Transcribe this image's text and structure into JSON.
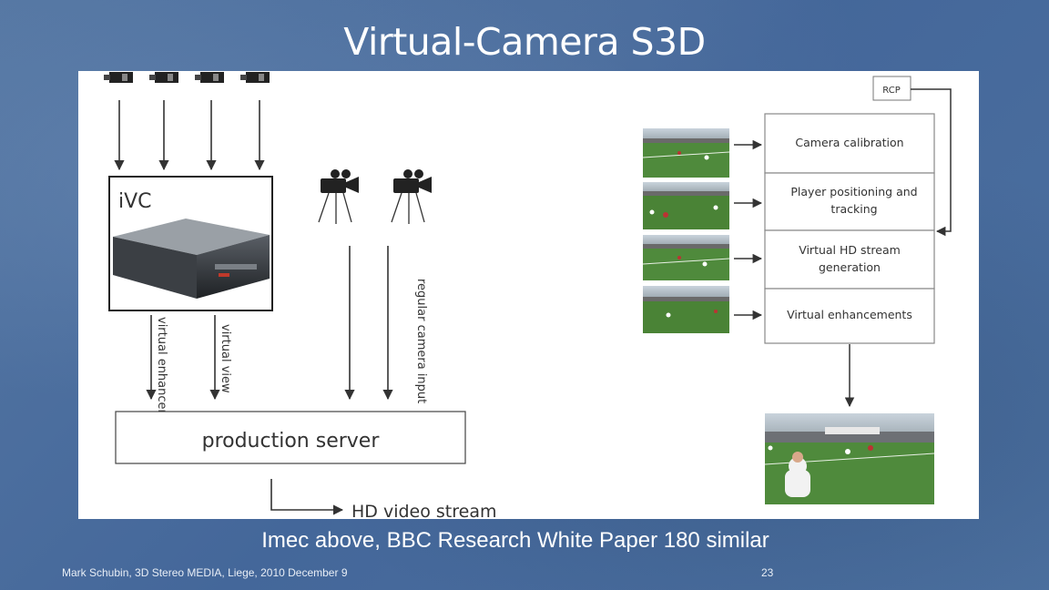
{
  "slide": {
    "title": "Virtual-Camera S3D",
    "caption": "Imec above, BBC Research White Paper 180 similar",
    "footer_left": "Mark Schubin, 3D Stereo MEDIA, Liege, 2010 December 9",
    "page_number": "23"
  },
  "left_diagram": {
    "ivc_label": "iVC",
    "virtual_enhancements_label": "virtual enhancements",
    "virtual_view_label": "virtual view",
    "regular_camera_input_label": "regular camera input",
    "production_server_label": "production server",
    "hd_video_stream_label": "HD video stream"
  },
  "right_diagram": {
    "rcp_label": "RCP",
    "steps": [
      {
        "line1": "Camera calibration",
        "line2": ""
      },
      {
        "line1": "Player positioning and",
        "line2": "tracking"
      },
      {
        "line1": "Virtual HD stream",
        "line2": "generation"
      },
      {
        "line1": "Virtual enhancements",
        "line2": ""
      }
    ]
  },
  "icons": {
    "top_cameras": [
      "camera-icon",
      "camera-icon",
      "camera-icon",
      "camera-icon"
    ],
    "tripod_cameras": [
      "video-camera-icon",
      "video-camera-icon"
    ]
  },
  "colors": {
    "slide_background": "#4a6e99",
    "figure_background": "#ffffff",
    "diagram_line": "#333333",
    "pitch_green": "#4f8a3c"
  }
}
